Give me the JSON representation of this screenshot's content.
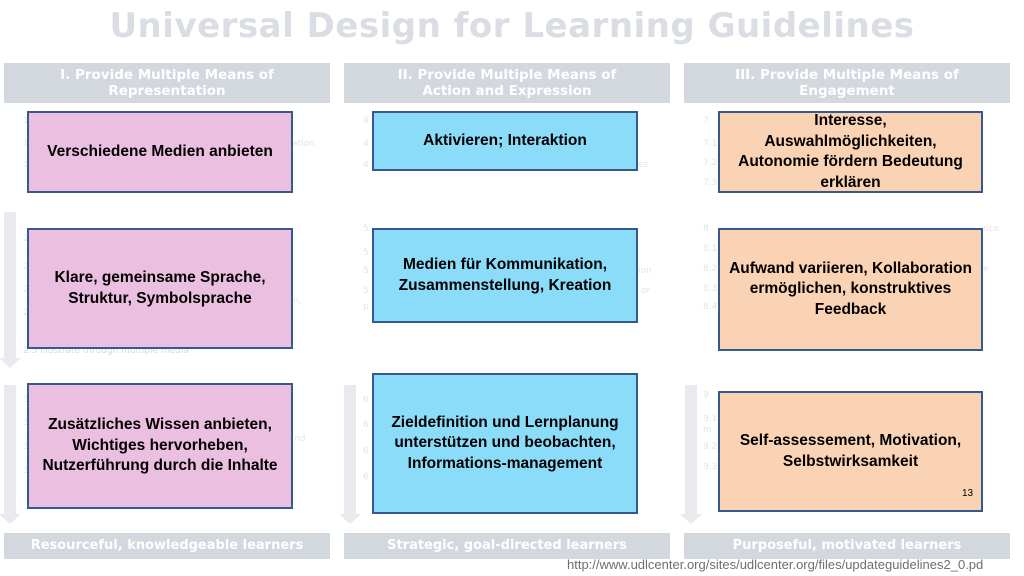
{
  "title": "Universal Design for Learning Guidelines",
  "columns": [
    {
      "heading_line1": "I. Provide Multiple Means of",
      "heading_line2": "Representation",
      "footer": "Resourceful, knowledgeable learners"
    },
    {
      "heading_line1": "II. Provide Multiple Means of",
      "heading_line2": "Action and Expression",
      "footer": "Strategic, goal-directed learners"
    },
    {
      "heading_line1": "III. Provide Multiple Means of",
      "heading_line2": "Engagement",
      "footer": "Purposeful, motivated learners"
    }
  ],
  "background_fragments": {
    "c1": [
      "1",
      "1",
      "1",
      "ation",
      "2",
      "2",
      "2",
      "2",
      "n,",
      "2.5 Illustrate through multiple media",
      "3",
      "3",
      "3",
      "3",
      "nd"
    ],
    "c2": [
      "4",
      "4",
      "4",
      "es",
      "5",
      "5",
      "5",
      "5",
      "ion",
      "or",
      "p",
      "6",
      "6",
      "6",
      "6"
    ],
    "c3": [
      "7",
      "7.1",
      "7.2",
      "7.3",
      "8",
      "8.1",
      "8.2",
      "8.3",
      "8.4",
      "nce",
      "e",
      "9",
      "9.1",
      "m",
      "9.2",
      "9.3"
    ]
  },
  "boxes": {
    "r1c1": "Verschiedene Medien anbieten",
    "r1c2": "Aktivieren; Interaktion",
    "r1c3": "Interesse, Auswahlmöglichkeiten, Autonomie fördern Bedeutung erklären",
    "r2c1": "Klare, gemeinsame Sprache, Struktur, Symbolsprache",
    "r2c2": "Medien für Kommunikation, Zusammenstellung, Kreation",
    "r2c3": "Aufwand variieren, Kollaboration ermöglichen, konstruktives Feedback",
    "r3c1": "Zusätzliches Wissen anbieten, Wichtiges hervorheben, Nutzerführung durch die Inhalte",
    "r3c2": "Zieldefinition und Lernplanung unterstützen und beobachten, Informations-management",
    "r3c3": "Self-assessement, Motivation, Selbstwirksamkeit"
  },
  "page_number": "13",
  "source_url": "http://www.udlcenter.org/sites/udlcenter.org/files/updateguidelines2_0.pd",
  "colors": {
    "pink": "#ebbfe0",
    "blue": "#8bdcf9",
    "peach": "#fad3b4",
    "border": "#345a8f",
    "header_bg": "#d3d7de"
  }
}
